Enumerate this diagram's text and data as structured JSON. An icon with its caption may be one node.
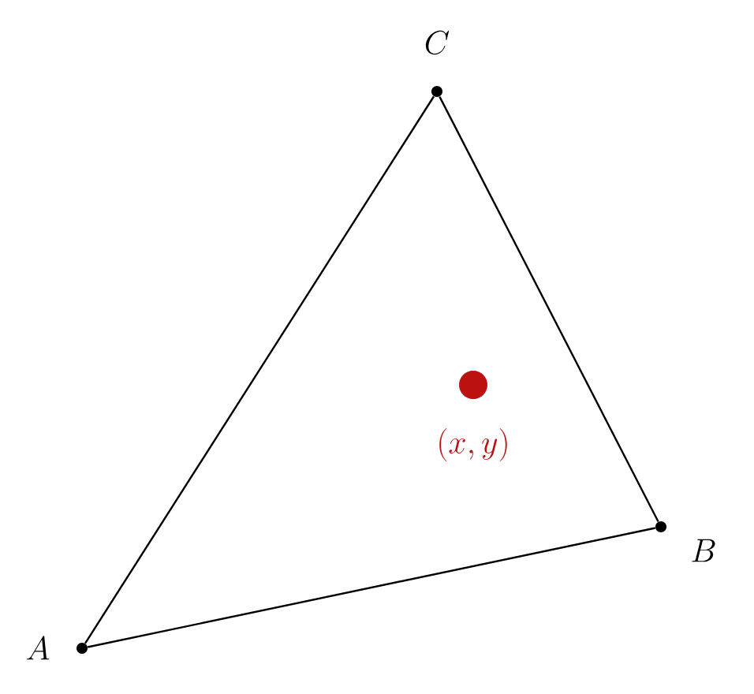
{
  "diagram": {
    "nodes": [
      {
        "text": [],
        "shape": "circle",
        "beside": [
          "A"
        ]
      },
      {
        "text": [],
        "shape": "circle",
        "beside": [
          "B"
        ]
      },
      {
        "text": [],
        "shape": "circle",
        "beside": [
          "C"
        ]
      },
      {
        "text": [],
        "shape": "circle",
        "beside": [
          "(x,y)"
        ]
      }
    ],
    "edges": [
      {
        "from": 0,
        "to": 1,
        "arrow": "none"
      },
      {
        "from": 1,
        "to": 2,
        "arrow": "none"
      },
      {
        "from": 2,
        "to": 0,
        "arrow": "none"
      }
    ]
  }
}
